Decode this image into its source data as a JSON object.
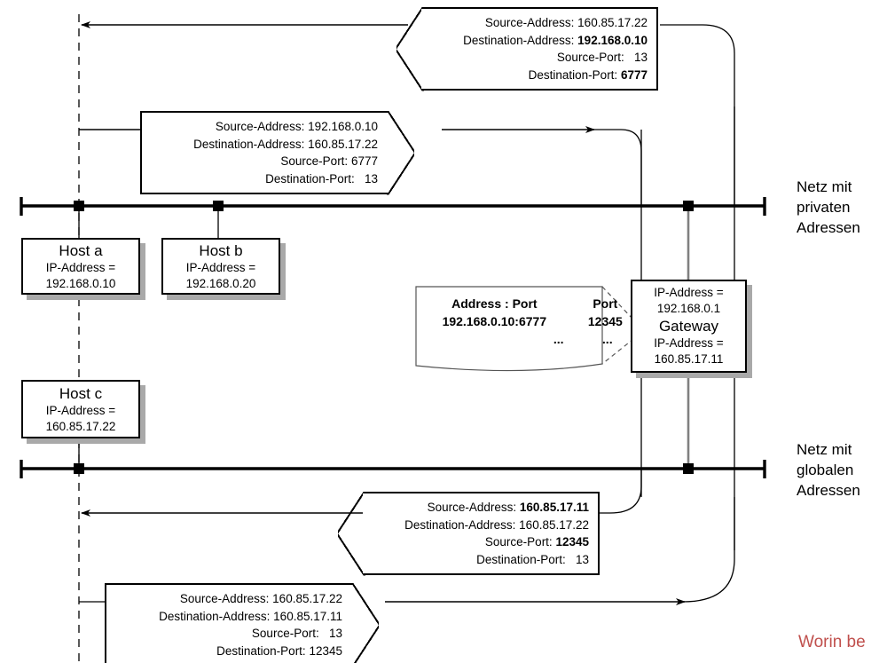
{
  "diagram": {
    "title": "NAT / PAT address translation at a gateway",
    "network_labels": {
      "private": "Netz mit\nprivaten\nAdressen",
      "private_lines": [
        "Netz mit",
        "privaten",
        "Adressen"
      ],
      "global": "Netz mit\nglobalen\nAdressen",
      "global_lines": [
        "Netz mit",
        "globalen",
        "Adressen"
      ]
    },
    "caption": "Worin be"
  },
  "hosts": [
    {
      "id": "host-a",
      "title": "Host a",
      "line2": "IP-Address =",
      "line3": "192.168.0.10"
    },
    {
      "id": "host-b",
      "title": "Host b",
      "line2": "IP-Address =",
      "line3": "192.168.0.20"
    },
    {
      "id": "host-c",
      "title": "Host c",
      "line2": "IP-Address =",
      "line3": "160.85.17.22"
    }
  ],
  "gateway": {
    "id": "gateway",
    "private_label": "IP-Address =",
    "private_address": "192.168.0.1",
    "title": "Gateway",
    "global_label": "IP-Address =",
    "global_address": "160.85.17.11"
  },
  "nat_table": {
    "headers": [
      "Address : Port",
      "Port"
    ],
    "rows": [
      [
        "192.168.0.10:6777",
        "12345"
      ],
      [
        "...",
        "..."
      ]
    ]
  },
  "packets": [
    {
      "id": "packet-1",
      "position": "top",
      "shape": "notch-left",
      "fields": [
        {
          "label": "Source-Address:",
          "value": "160.85.17.22",
          "bold": false
        },
        {
          "label": "Destination-Address:",
          "value": "192.168.0.10",
          "bold": true
        },
        {
          "label": "Source-Port:",
          "value": "13",
          "bold": false
        },
        {
          "label": "Destination-Port:",
          "value": "6777",
          "bold": true
        }
      ]
    },
    {
      "id": "packet-2",
      "position": "upper-middle",
      "shape": "point-right",
      "fields": [
        {
          "label": "Source-Address:",
          "value": "192.168.0.10",
          "bold": false
        },
        {
          "label": "Destination-Address:",
          "value": "160.85.17.22",
          "bold": false
        },
        {
          "label": "Source-Port:",
          "value": "6777",
          "bold": false
        },
        {
          "label": "Destination-Port:",
          "value": "13",
          "bold": false
        }
      ]
    },
    {
      "id": "packet-3",
      "position": "lower-middle",
      "shape": "notch-left",
      "fields": [
        {
          "label": "Source-Address:",
          "value": "160.85.17.11",
          "bold": true
        },
        {
          "label": "Destination-Address:",
          "value": "160.85.17.22",
          "bold": false
        },
        {
          "label": "Source-Port:",
          "value": "12345",
          "bold": true
        },
        {
          "label": "Destination-Port:",
          "value": "13",
          "bold": false
        }
      ]
    },
    {
      "id": "packet-4",
      "position": "bottom",
      "shape": "point-right",
      "fields": [
        {
          "label": "Source-Address:",
          "value": "160.85.17.22",
          "bold": false
        },
        {
          "label": "Destination-Address:",
          "value": "160.85.17.11",
          "bold": false
        },
        {
          "label": "Source-Port:",
          "value": "13",
          "bold": false
        },
        {
          "label": "Destination-Port:",
          "value": "12345",
          "bold": false
        }
      ]
    }
  ],
  "colors": {
    "stroke": "#000000",
    "shadow": "#a9a9a9",
    "caption": "#c0504d",
    "background": "#ffffff"
  }
}
